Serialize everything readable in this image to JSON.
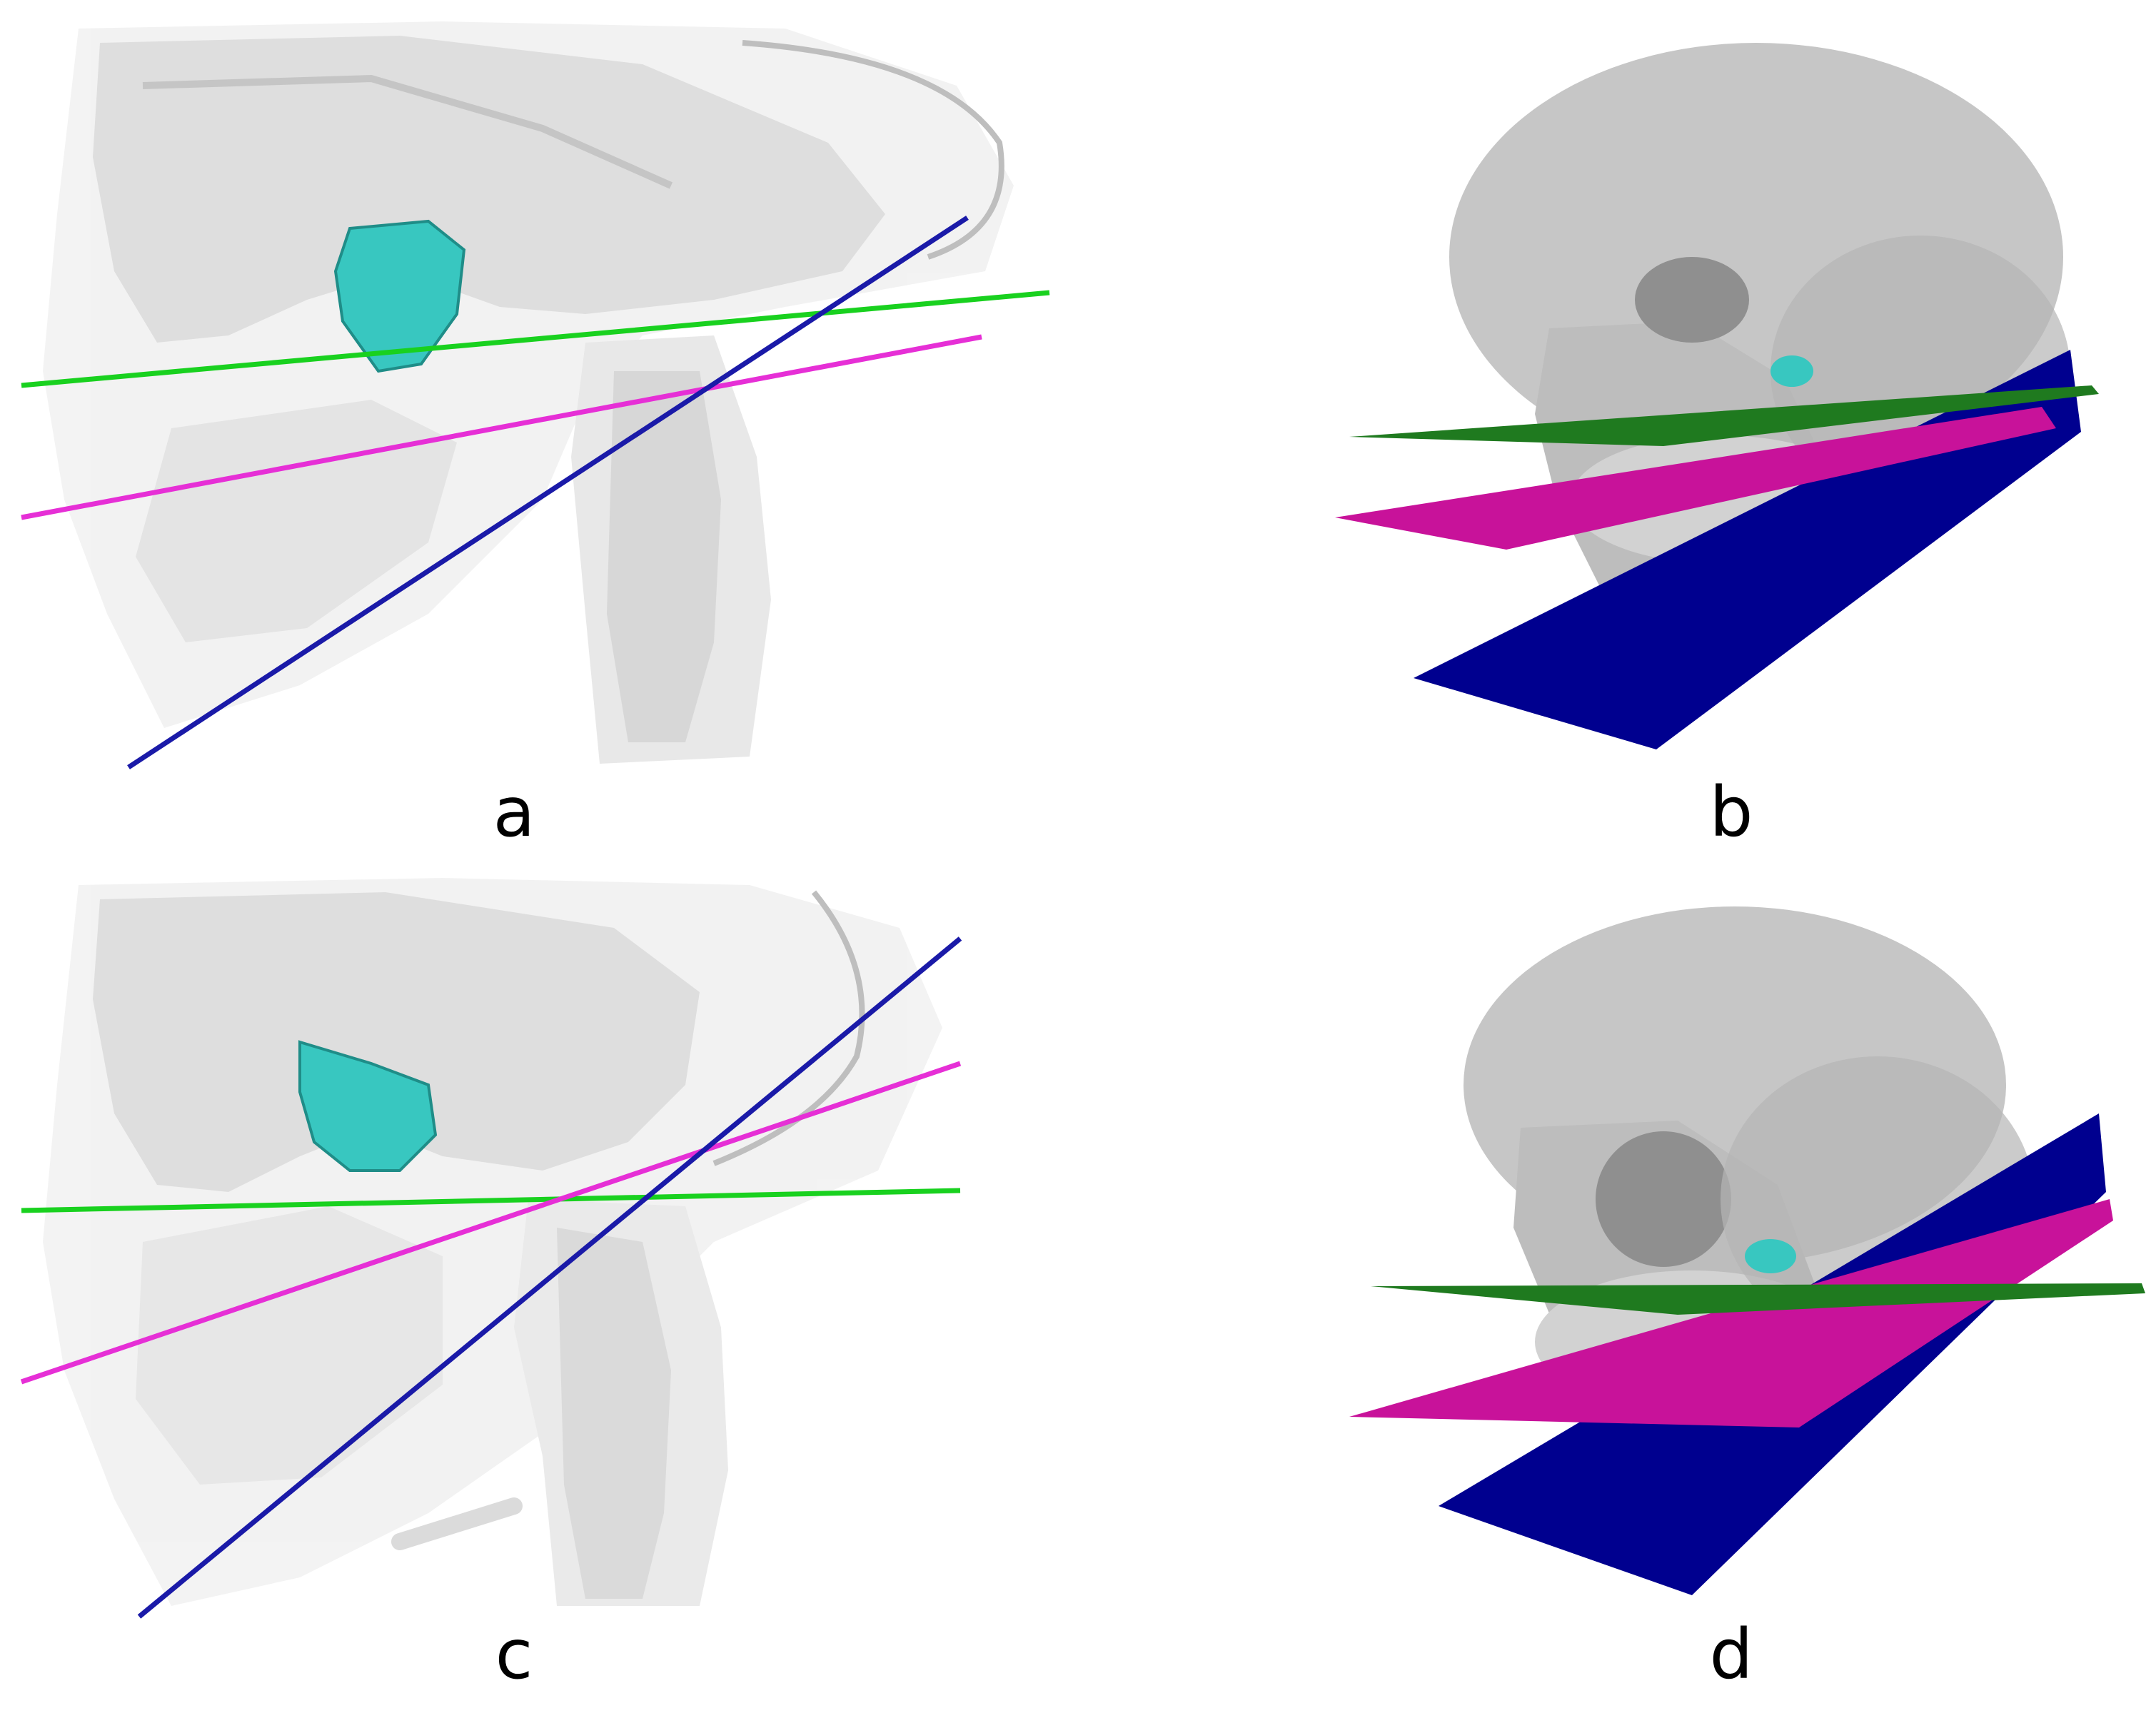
{
  "figure": {
    "panels": [
      {
        "id": "a",
        "label": "a"
      },
      {
        "id": "b",
        "label": "b"
      },
      {
        "id": "c",
        "label": "c"
      },
      {
        "id": "d",
        "label": "d"
      }
    ]
  },
  "colors": {
    "green_plane": "#19d11f",
    "magenta_plane": "#e62fd6",
    "blue_plane": "#1a1aa8",
    "solid_green": "#1f7a1f",
    "solid_magenta": "#c8129a",
    "solid_blue": "#00008f",
    "condyle": "#38c7c0",
    "bone_translucent": "#b8b8b8",
    "skull_surface": "#c4c4c4"
  }
}
